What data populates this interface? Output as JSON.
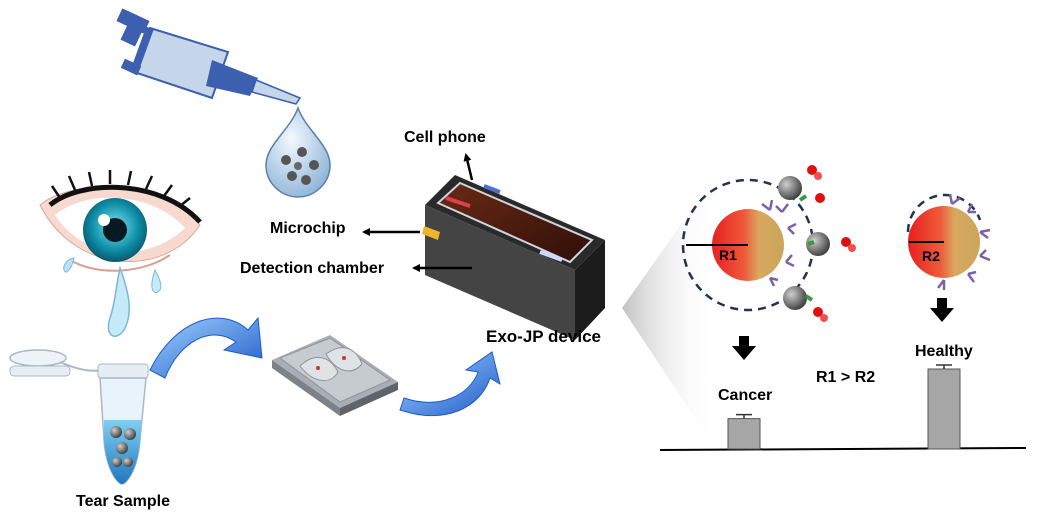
{
  "labels": {
    "cell_phone": "Cell phone",
    "microchip": "Microchip",
    "detection_chamber": "Detection chamber",
    "device": "Exo-JP device",
    "tear_sample": "Tear Sample",
    "cancer": "Cancer",
    "healthy": "Healthy",
    "ratio": "R1 > R2",
    "r1": "R1",
    "r2": "R2"
  },
  "bars": [
    {
      "name": "Cancer",
      "value": 0.38
    },
    {
      "name": "Healthy",
      "value": 1.0
    }
  ],
  "colors": {
    "pipette_body": "#c5d5ea",
    "pipette_blue": "#3d5fb0",
    "arrow_blue": "#2f6fd8",
    "eye_iris": "#0f8fa8",
    "device_body": "#333333",
    "chip_screen": "#4a1f12",
    "sphere_red": "#e53030",
    "sphere_gold": "#d9b060",
    "antibody": "#7a62a8",
    "bar_fill": "#a6a6a6",
    "dashed_circle": "#1f3450"
  },
  "icons": [
    "pipette-icon",
    "droplet-icon",
    "eye-icon",
    "tube-icon",
    "microchip-icon",
    "device-icon",
    "exosome-icon",
    "arrow-icon"
  ]
}
